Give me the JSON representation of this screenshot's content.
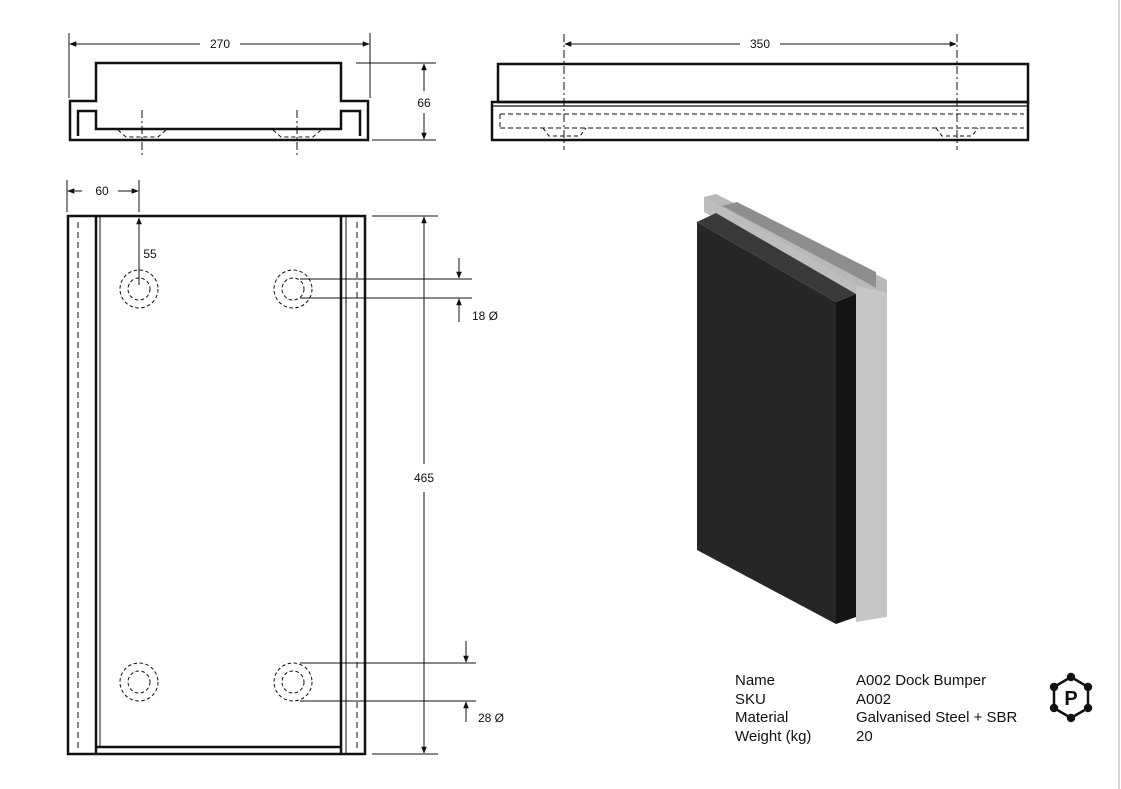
{
  "dimensions": {
    "front_width": "270",
    "front_height": "66",
    "side_length": "350",
    "plan_edge_offset": "60",
    "plan_hole_offset": "55",
    "plan_length": "465",
    "small_hole_diameter": "18 Ø",
    "large_hole_diameter": "28 Ø"
  },
  "spec": {
    "rows": [
      {
        "label": "Name",
        "value": "A002 Dock Bumper"
      },
      {
        "label": "SKU",
        "value": "A002"
      },
      {
        "label": "Material",
        "value": "Galvanised Steel + SBR"
      },
      {
        "label": "Weight (kg)",
        "value": "20"
      }
    ]
  },
  "logo": {
    "letter": "P"
  },
  "colors": {
    "line": "#111111",
    "rubber_front": "#262626",
    "rubber_side": "#141414",
    "rubber_top": "#3a3a3a",
    "steel": "#c6c6c6",
    "steel_dark": "#9a9a9a"
  }
}
